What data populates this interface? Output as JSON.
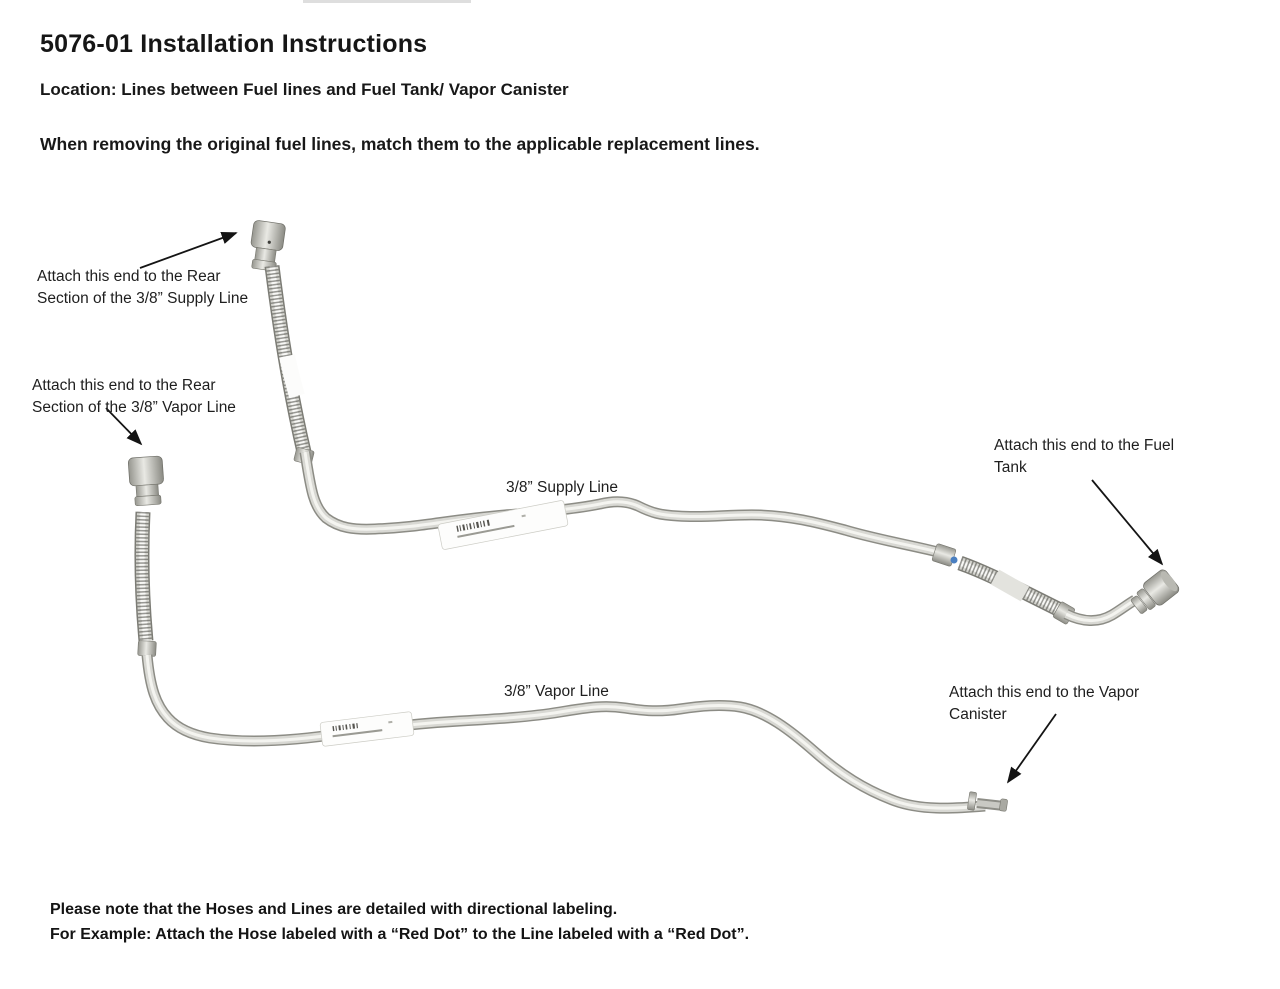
{
  "header": {
    "title": "5076-01 Installation Instructions",
    "location": "Location: Lines between Fuel lines and Fuel Tank/ Vapor Canister",
    "instruction": "When removing the original fuel lines, match them to the applicable replacement lines."
  },
  "diagram": {
    "annotations": {
      "supply_rear_end": "Attach this end to the Rear\nSection of the 3/8” Supply Line",
      "vapor_rear_end": "Attach this end to the Rear\nSection of the 3/8” Vapor Line",
      "supply_line": "3/8” Supply Line",
      "fuel_tank_end": "Attach this end to the Fuel\nTank",
      "vapor_line": "3/8” Vapor Line",
      "vapor_canister_end": "Attach this end to the Vapor\nCanister"
    },
    "parts": {
      "supply_line": "3/8 inch supply line with braided hose ends and part-number label band",
      "vapor_line": "3/8 inch vapor line with braided hose end and part-number label band",
      "directional_dot": "blue directional dot on supply line"
    },
    "colors": {
      "blue_dot": "#4a7fc1",
      "text": "#1e1e1e",
      "metal_mid": "#d8d8d3"
    }
  },
  "footer": {
    "note_line1": "Please note that the Hoses and Lines are detailed with directional labeling.",
    "note_line2": "For Example: Attach the Hose labeled with a “Red Dot” to the Line labeled with a “Red Dot”."
  }
}
